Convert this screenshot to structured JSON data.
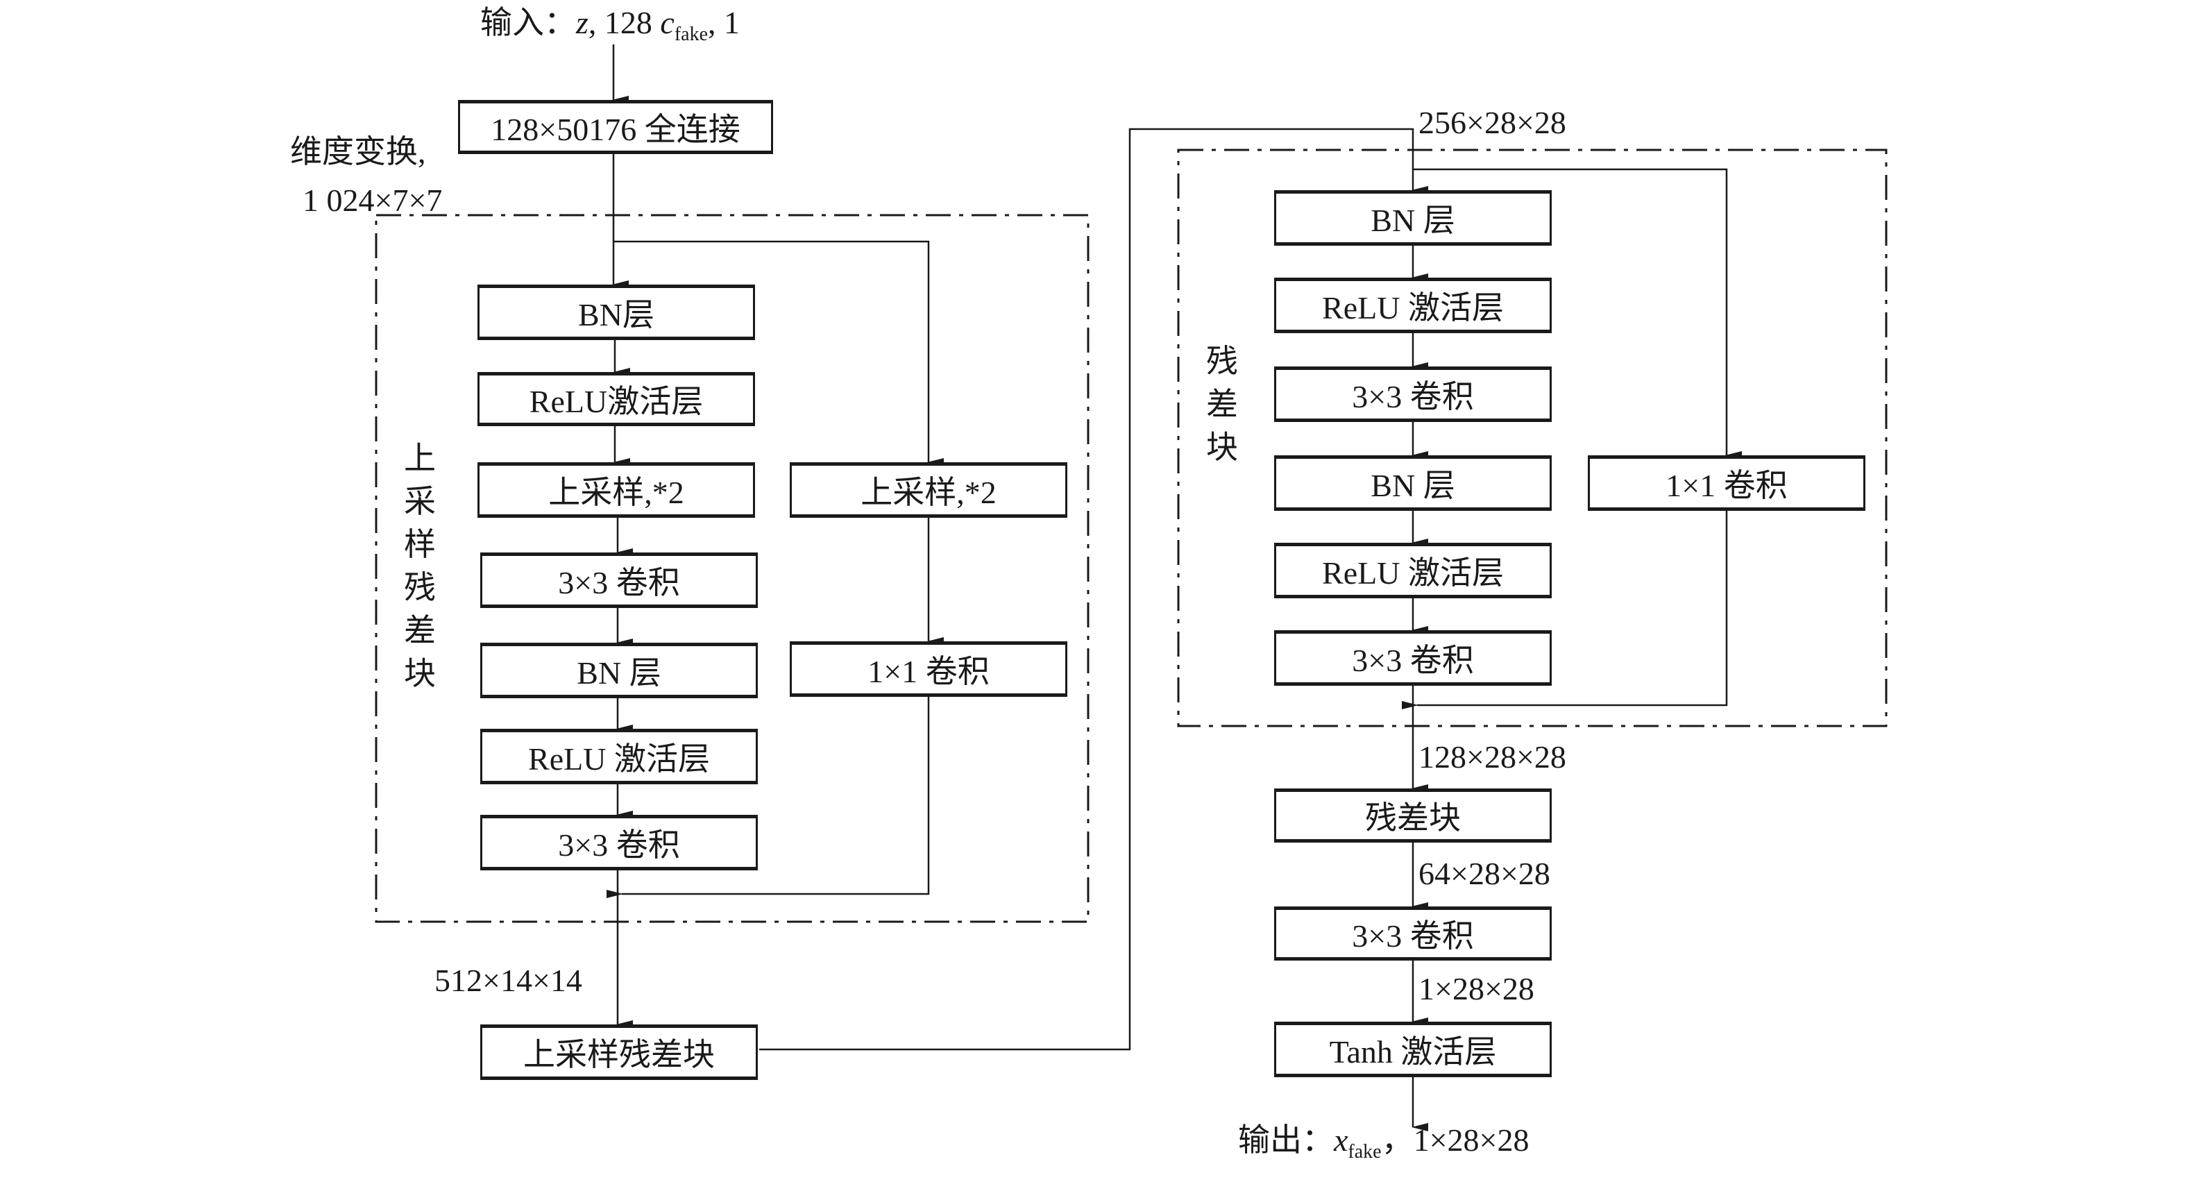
{
  "input": {
    "prefix": "输入：",
    "z": "z",
    "mid": ", 128 ",
    "c": "c",
    "sub": "fake",
    "suffix": ", 1"
  },
  "fc_box": "128×50176 全连接",
  "reshape_label_1": "维度变换,",
  "reshape_label_2": "1 024×7×7",
  "up_block": {
    "title": [
      "上",
      "采",
      "样",
      "残",
      "差",
      "块"
    ],
    "main": [
      "BN层",
      "ReLU激活层",
      "上采样,*2",
      "3×3 卷积",
      "BN 层",
      "ReLU 激活层",
      "3×3 卷积"
    ],
    "shortcut": [
      "上采样,*2",
      "1×1 卷积"
    ]
  },
  "dim_512": "512×14×14",
  "up_block_box": "上采样残差块",
  "dim_256": "256×28×28",
  "res_block": {
    "title": [
      "残",
      "差",
      "块"
    ],
    "main": [
      "BN 层",
      "ReLU 激活层",
      "3×3 卷积",
      "BN 层",
      "ReLU 激活层",
      "3×3 卷积"
    ],
    "shortcut": [
      "1×1 卷积"
    ]
  },
  "dim_128": "128×28×28",
  "res_block_box": "残差块",
  "dim_64": "64×28×28",
  "conv_box": "3×3 卷积",
  "dim_1": "1×28×28",
  "tanh_box": "Tanh 激活层",
  "output": {
    "prefix": "输出：",
    "x": "x",
    "sub": "fake",
    "suffix": "，1×28×28"
  }
}
